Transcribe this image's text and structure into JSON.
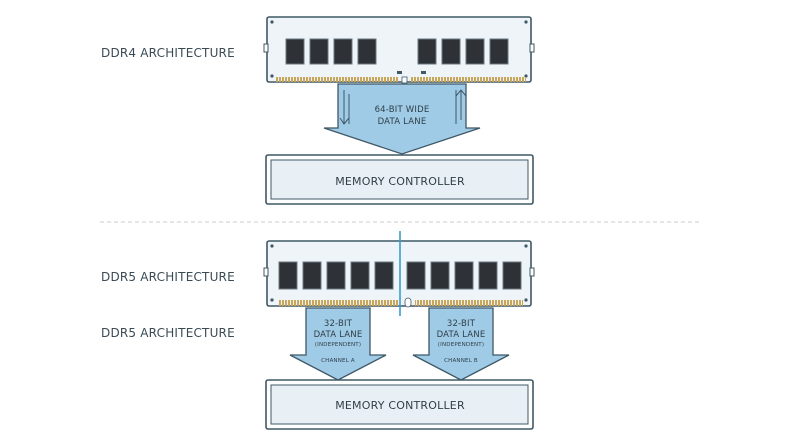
{
  "ddr4": {
    "title": "DDR4 ARCHITECTURE",
    "lane_line1": "64-BIT WIDE",
    "lane_line2": "DATA LANE",
    "controller": "MEMORY CONTROLLER"
  },
  "ddr5": {
    "title_1": "DDR5 ARCHITECTURE",
    "title_2": "DDR5 ARCHITECTURE",
    "channels": [
      {
        "line1": "32-BIT",
        "line2": "DATA LANE",
        "line3": "(INDEPENDENT)",
        "name": "CHANNEL A"
      },
      {
        "line1": "32-BIT",
        "line2": "DATA LANE",
        "line3": "(INDEPENDENT)",
        "name": "CHANNEL B"
      }
    ],
    "controller": "MEMORY CONTROLLER"
  },
  "colors": {
    "outline": "#3f5866",
    "module_fill": "#eef4f8",
    "chip": "#2e3236",
    "gold": "#c9a55a",
    "arrow_fill": "#9fcbe6",
    "controller_fill": "#e8f0f6",
    "divider": "#c8cdd1",
    "split_line": "#3d9ad1"
  }
}
